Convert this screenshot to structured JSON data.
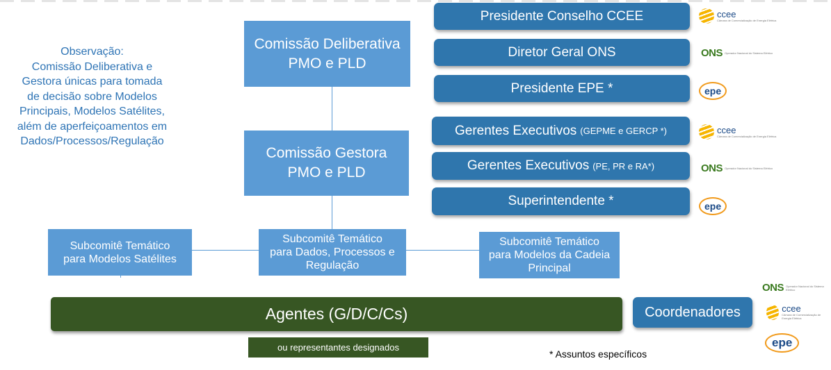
{
  "observation": {
    "title": "Observação:",
    "lines": [
      "Comissão Deliberativa e",
      "Gestora únicas para tomada",
      "de decisão sobre Modelos",
      "Principais, Modelos Satélites,",
      "além de aperfeiçoamentos em",
      "Dados/Processos/Regulação"
    ]
  },
  "hierarchy": {
    "deliberativa": [
      "Comissão Deliberativa",
      "PMO e PLD"
    ],
    "gestora": [
      "Comissão Gestora",
      "PMO e PLD"
    ],
    "subcomites": [
      [
        "Subcomitê Temático",
        "para Modelos Satélites"
      ],
      [
        "Subcomitê Temático",
        "para Dados, Processos e",
        "Regulação"
      ],
      [
        "Subcomitê Temático",
        "para Modelos da Cadeia",
        "Principal"
      ]
    ]
  },
  "members": [
    {
      "label": "Presidente Conselho CCEE",
      "detail": "",
      "logo": "ccee"
    },
    {
      "label": "Diretor Geral ONS",
      "detail": "",
      "logo": "ons"
    },
    {
      "label": "Presidente EPE *",
      "detail": "",
      "logo": "epe"
    },
    {
      "label": "Gerentes Executivos",
      "detail": "(GEPME e GERCP *)",
      "logo": "ccee"
    },
    {
      "label": "Gerentes Executivos",
      "detail": "(PE, PR e RA*)",
      "logo": "ons"
    },
    {
      "label": "Superintendente *",
      "detail": "",
      "logo": "epe"
    }
  ],
  "logos": {
    "ccee": {
      "name": "ccee",
      "tagline": "Câmara de Comercialização de Energia Elétrica"
    },
    "ons": {
      "name": "ONS",
      "tagline": "Operador Nacional do Sistema Elétrico"
    },
    "epe": {
      "name": "epe"
    }
  },
  "agents": {
    "label": "Agentes (G/D/C/Cs)",
    "sub": "ou representantes designados"
  },
  "coordinators": {
    "label": "Coordenadores"
  },
  "footnote": "* Assuntos específicos",
  "colors": {
    "box": "#5b9bd5",
    "pill": "#2f76ad",
    "agents": "#375623",
    "note": "#2e74b5"
  }
}
